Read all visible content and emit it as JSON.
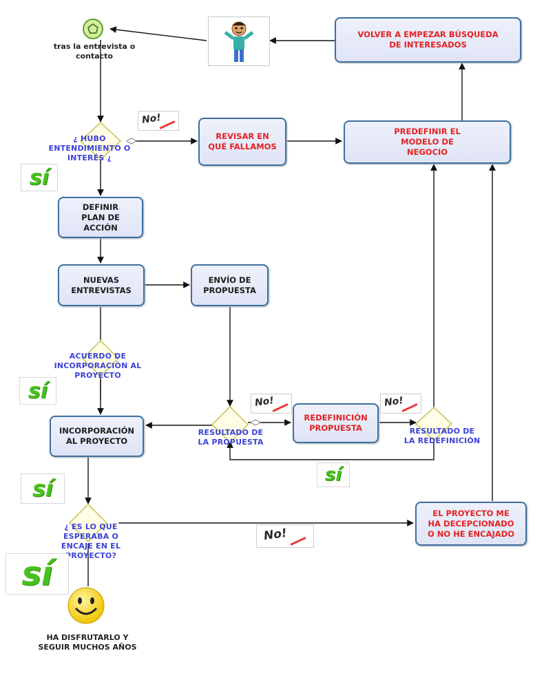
{
  "start": {
    "label": "tras la entrevista o contacto"
  },
  "end": {
    "label": "HA DISFRUTARLO Y SEGUIR MUCHOS  AÑOS"
  },
  "tasks": {
    "volver": "VOLVER A EMPEZAR BÚSQUEDA DE INTERESADOS",
    "revisar": "REVISAR EN QUÉ FALLAMOS",
    "predefinir": "PREDEFINIR EL MODELO DE NEGOCIO",
    "plan": "DEFINIR PLAN DE ACCIÓN",
    "nuevas": "NUEVAS ENTREVISTAS",
    "envio": "ENVÍO DE PROPUESTA",
    "redefinicion": "REDEFINICIÓN PROPUESTA",
    "incorporacion": "INCORPORACIÓN AL PROYECTO",
    "decepcion": "EL PROYECTO ME HA DECEPCIONADO O NO HE ENCAJADO"
  },
  "gateways": {
    "entendimiento": "¿ HUBO ENTENDIMIENTO O INTERÉS ¿",
    "acuerdo": "ACUERDO DE INCORPORACIÓN AL PROYECTO",
    "resultado": "RESULTADO DE LA PROPUESTA",
    "resultado_red": "RESULTADO DE LA REDEFINICIÓN",
    "esperaba": "¿ ES LO QUE ESPERABA O ENCAJE EN EL PROYECTO?"
  },
  "stamps": {
    "si": "sí",
    "no": "No!"
  },
  "colors": {
    "task_border": "#3f6f9f",
    "task_fill": "#e6eaf8",
    "gateway_fill": "#fffde6",
    "gateway_border": "#c9c860",
    "label_blue": "#3b42d6",
    "label_red": "#e32222",
    "si_green": "#47c11d"
  }
}
